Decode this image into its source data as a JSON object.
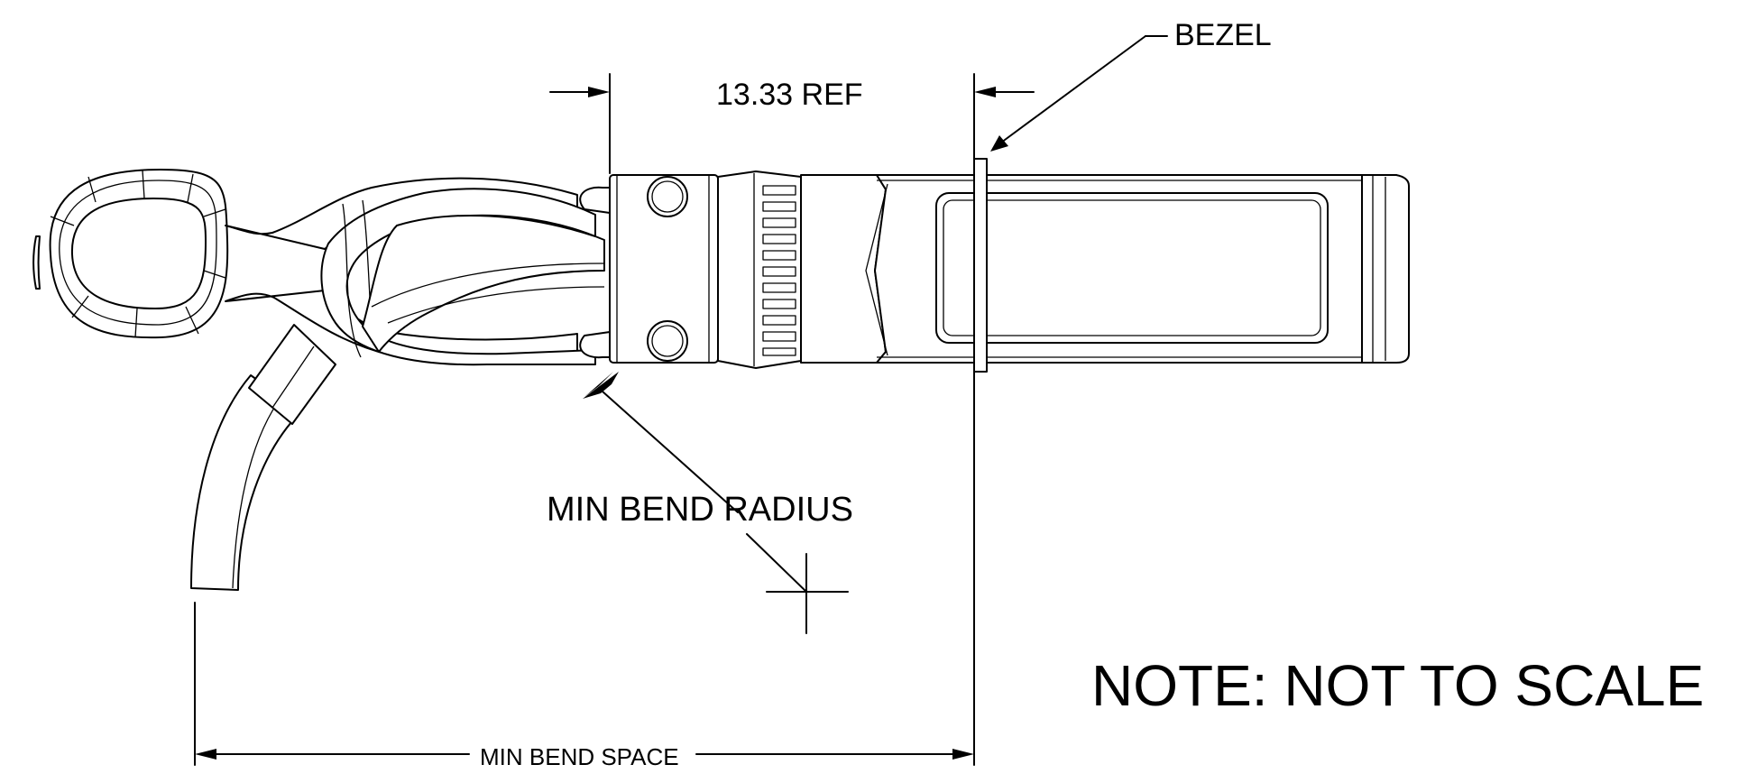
{
  "labels": {
    "bezel": "BEZEL",
    "dimension_ref": "13.33 REF",
    "min_bend_radius": "MIN BEND RADIUS",
    "note": "NOTE: NOT TO SCALE",
    "min_bend_space": "MIN BEND SPACE"
  },
  "colors": {
    "line": "#000000",
    "background": "#ffffff"
  }
}
